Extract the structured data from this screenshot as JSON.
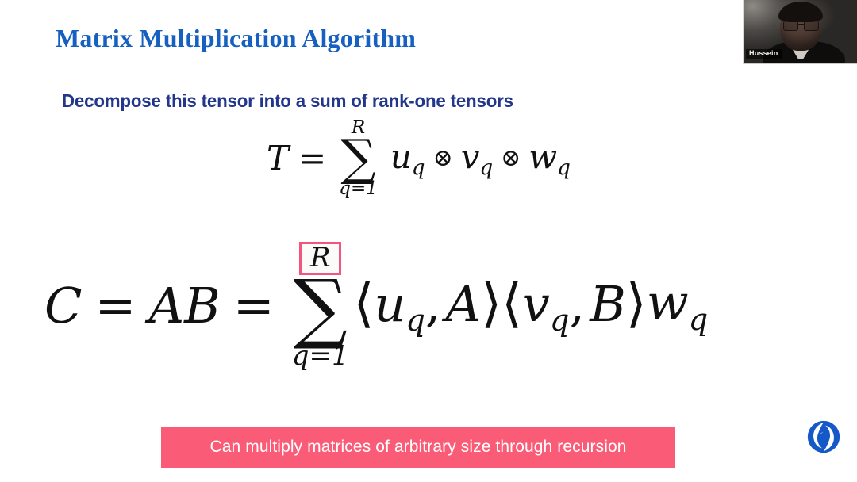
{
  "slide": {
    "title": "Matrix Multiplication Algorithm",
    "subtitle": "Decompose this tensor into a sum of rank-one tensors",
    "background_color": "#FFFFFF",
    "title_color": "#1560C0",
    "subtitle_color": "#22368C"
  },
  "equation_one": {
    "lhs": "T",
    "equals": "=",
    "sum": {
      "symbol": "∑",
      "upper_limit": "R",
      "lower_limit": "q=1"
    },
    "terms": [
      {
        "base": "u",
        "sub": "q"
      },
      {
        "base": "v",
        "sub": "q"
      },
      {
        "base": "w",
        "sub": "q"
      }
    ],
    "tensor_product_symbol": "⊗",
    "plain_text": "T = sum_{q=1}^{R} u_q ⊗ v_q ⊗ w_q"
  },
  "equation_two": {
    "lhs": "C",
    "equals_first": "=",
    "product": "AB",
    "equals_second": "=",
    "sum": {
      "symbol": "∑",
      "upper_limit": "R",
      "lower_limit": "q=1",
      "upper_limit_highlighted": true,
      "highlight_color": "#F3557F"
    },
    "inner_products": [
      {
        "open": "⟨",
        "vector": "u",
        "sub": "q",
        "comma": ",",
        "matrix": "A",
        "close": "⟩"
      },
      {
        "open": "⟨",
        "vector": "v",
        "sub": "q",
        "comma": ",",
        "matrix": "B",
        "close": "⟩"
      }
    ],
    "trailing_term": {
      "base": "w",
      "sub": "q"
    },
    "plain_text": "C = AB = sum_{q=1}^{R} ⟨u_q, A⟩⟨v_q, B⟩ w_q"
  },
  "callout": {
    "text": "Can multiply matrices of arbitrary size through recursion",
    "background_color": "#FA5C78",
    "text_color": "#FFFFFF"
  },
  "logo": {
    "name": "swirl-circle-logo",
    "color": "#1558C8"
  },
  "webcam": {
    "participant_name": "Hussein",
    "icon_name": "webcam-video-tile"
  }
}
